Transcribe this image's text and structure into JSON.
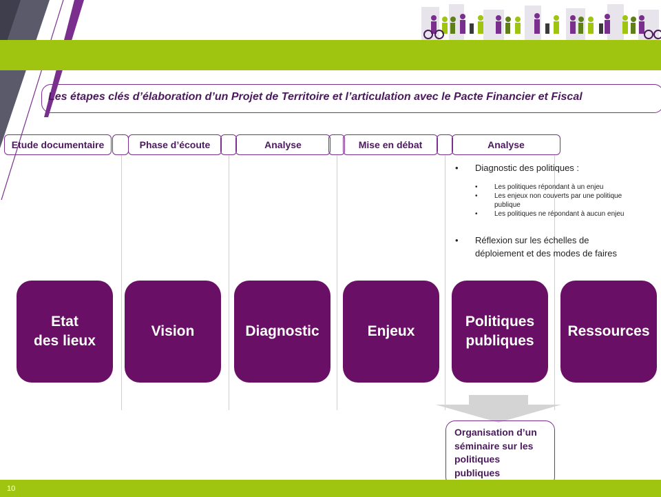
{
  "title": "Les étapes clés d’élaboration d’un Projet de Territoire et l’articulation avec le Pacte Financier et Fiscal",
  "steps": [
    "Etude documentaire",
    "Phase d’écoute",
    "Analyse",
    "Mise en débat",
    "Analyse"
  ],
  "cards": [
    "Etat\ndes lieux",
    "Vision",
    "Diagnostic",
    "Enjeux",
    "Politiques\npubliques",
    "Ressources"
  ],
  "notes": {
    "bullet1": "Diagnostic des politiques :",
    "sub1": "Les politiques répondant à un enjeu",
    "sub2": "Les enjeux non couverts par une politique",
    "sub2b": "publique",
    "sub3": "Les politiques ne répondant à aucun enjeu",
    "bullet2a": "Réflexion sur les échelles de",
    "bullet2b": "déploiement et des modes de faires"
  },
  "seminar": "Organisation d’un\nséminaire sur les\npolitiques\npubliques",
  "page_number": "10",
  "colors": {
    "purple": "#6a0f66",
    "green": "#9fc510",
    "accent": "#7a2f8f"
  },
  "icons": [
    "people-silhouettes-image",
    "down-arrow-icon"
  ]
}
